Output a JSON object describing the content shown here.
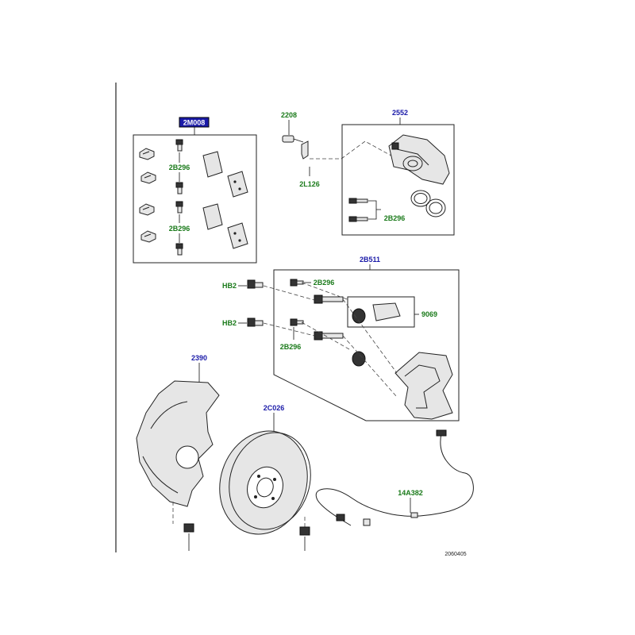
{
  "callouts": {
    "pad_kit": "2M008",
    "clip_2208": "2208",
    "bracket_2l126": "2L126",
    "caliper": "2552",
    "bolt_caliper": "2B296",
    "pad_bolt_upper": "2B296",
    "pad_bolt_lower": "2B296",
    "carrier": "2B511",
    "guide_pin_bolt_upper": "2B296",
    "guide_pin_bolt_lower": "2B296",
    "hb2_upper": "HB2",
    "hb2_lower": "HB2",
    "pad_9069": "9069",
    "shield": "2390",
    "disc": "2C026",
    "sensor": "14A382"
  },
  "illustration_ref": "2060405",
  "colors": {
    "callout_blue": "#1a1aa8",
    "callout_green": "#1a7a1a",
    "highlight_box": "#1a1aa8"
  }
}
